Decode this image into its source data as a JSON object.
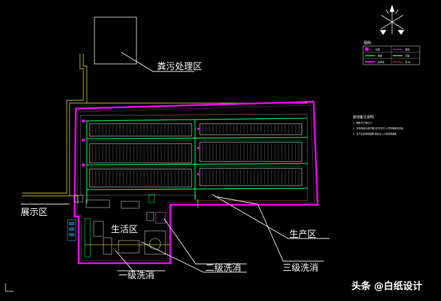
{
  "labels": {
    "manure_zone": "粪污处理区",
    "display_zone": "展示区",
    "living_zone": "生活区",
    "production_zone": "生产区",
    "disinfect_1": "一级洗消",
    "disinfect_2": "二级洗消",
    "disinfect_3": "三级洗消"
  },
  "legend": {
    "title": "图例:",
    "items": [
      {
        "label": "料塔"
      },
      {
        "label": "围墙"
      },
      {
        "label": "净道"
      },
      {
        "label": "污道"
      },
      {
        "label": "边界线"
      },
      {
        "label": "风 向"
      }
    ]
  },
  "notes": {
    "title": "其他备注说明:",
    "lines": [
      "1、图纸尺寸单位:m",
      "2、本场净道污道严格分开不交叉,人员车辆单向流动",
      "3、生产区四周设围墙,场区出入口设洗消通道"
    ]
  },
  "watermark": "头条 @白纸设计",
  "colors": {
    "boundary": "#ff00ff",
    "clean_road": "#00ff66",
    "dirty_road": "#c8c832",
    "building": "#d9d9d9",
    "leader": "#ffffff"
  }
}
